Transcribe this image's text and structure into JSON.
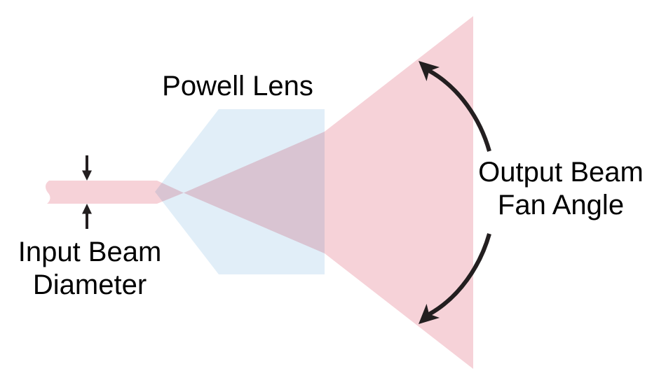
{
  "diagram": {
    "type": "optical-schematic",
    "background": "#ffffff",
    "labels": {
      "powell_lens": "Powell Lens",
      "input_beam_line1": "Input Beam",
      "input_beam_line2": "Diameter",
      "output_beam_line1": "Output Beam",
      "output_beam_line2": "Fan Angle"
    },
    "colors": {
      "beam_pink": "#F6D2D8",
      "lens_blue": "#E1EEF8",
      "overlap_mauve": "#DCC6D2",
      "arrow_black": "#231F20",
      "text_black": "#000000"
    },
    "icons": {
      "upper_fan_arrow": "curved-arrow-up-left-icon",
      "lower_fan_arrow": "curved-arrow-down-left-icon",
      "diameter_top_arrow": "arrow-down-icon",
      "diameter_bottom_arrow": "arrow-up-icon"
    }
  }
}
